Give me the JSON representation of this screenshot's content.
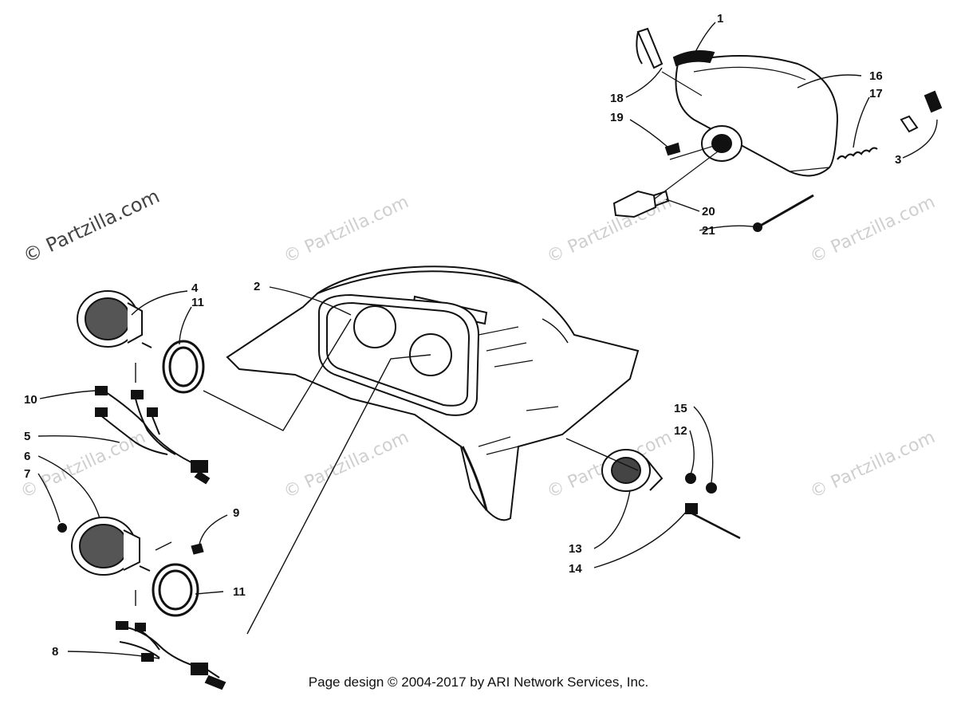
{
  "watermarks": {
    "brand": "© Partzilla.com"
  },
  "callouts": [
    {
      "id": "c1",
      "label": "1"
    },
    {
      "id": "c2",
      "label": "2"
    },
    {
      "id": "c3",
      "label": "3"
    },
    {
      "id": "c4",
      "label": "4"
    },
    {
      "id": "c5",
      "label": "5"
    },
    {
      "id": "c6",
      "label": "6"
    },
    {
      "id": "c7",
      "label": "7"
    },
    {
      "id": "c8",
      "label": "8"
    },
    {
      "id": "c9",
      "label": "9"
    },
    {
      "id": "c10",
      "label": "10"
    },
    {
      "id": "c11a",
      "label": "11"
    },
    {
      "id": "c11b",
      "label": "11"
    },
    {
      "id": "c12",
      "label": "12"
    },
    {
      "id": "c13",
      "label": "13"
    },
    {
      "id": "c14",
      "label": "14"
    },
    {
      "id": "c15",
      "label": "15"
    },
    {
      "id": "c16",
      "label": "16"
    },
    {
      "id": "c17",
      "label": "17"
    },
    {
      "id": "c18",
      "label": "18"
    },
    {
      "id": "c19",
      "label": "19"
    },
    {
      "id": "c20",
      "label": "20"
    },
    {
      "id": "c21",
      "label": "21"
    }
  ],
  "footer": {
    "text": "Page design © 2004-2017 by ARI Network Services, Inc."
  }
}
